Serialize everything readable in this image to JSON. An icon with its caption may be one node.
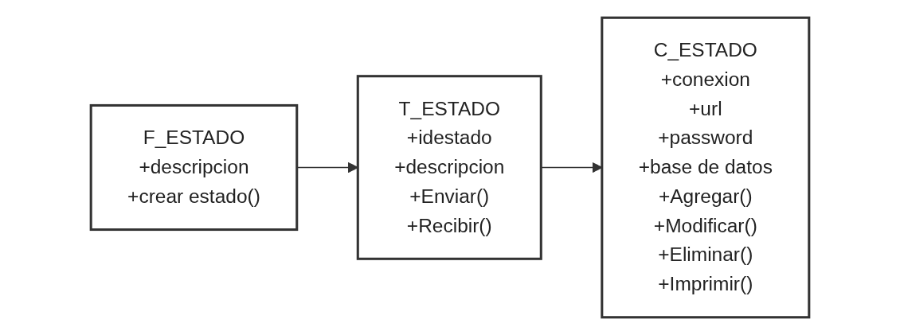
{
  "diagram": {
    "nodes": [
      {
        "text": [
          "F_ESTADO",
          "+descripcion",
          "+crear estado()"
        ]
      },
      {
        "text": [
          "T_ESTADO",
          "+idestado",
          "+descripcion",
          "+Enviar()",
          "+Recibir()"
        ]
      },
      {
        "text": [
          "C_ESTADO",
          "+conexion",
          "+url",
          "+password",
          "+base de datos",
          "+Agregar()",
          "+Modificar()",
          "+Eliminar()",
          "+Imprimir()"
        ]
      }
    ],
    "edges": [
      {
        "from": 0,
        "to": 1,
        "arrow": "to"
      },
      {
        "from": 1,
        "to": 2,
        "arrow": "to"
      }
    ]
  }
}
